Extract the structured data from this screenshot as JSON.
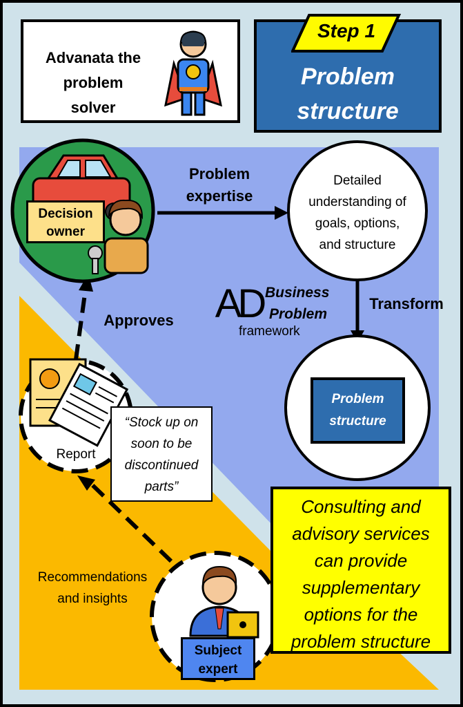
{
  "header": {
    "hero_title_lines": [
      "Advanata the",
      "problem",
      "solver"
    ],
    "step_label": "Step 1",
    "step_title_lines": [
      "Problem",
      "structure"
    ]
  },
  "diagram": {
    "decision_owner_lines": [
      "Decision",
      "owner"
    ],
    "problem_expertise_lines": [
      "Problem",
      "expertise"
    ],
    "detailed_understanding_lines": [
      "Detailed",
      "understanding of",
      "goals, options,",
      "and structure"
    ],
    "framework_lines": [
      "Business",
      "Problem"
    ],
    "framework_sub": "framework",
    "logo_text": "AD",
    "transform_label": "Transform",
    "problem_structure_lines": [
      "Problem",
      "structure"
    ],
    "approves_label": "Approves",
    "report_label": "Report",
    "quote_lines": [
      "“Stock up on",
      "soon to be",
      "discontinued",
      "parts”"
    ],
    "recommendations_lines": [
      "Recommendations",
      "and insights"
    ],
    "subject_expert_lines": [
      "Subject",
      "expert"
    ],
    "consulting_lines": [
      "Consulting and",
      "advisory services",
      "can provide",
      "supplementary",
      "options for the",
      "problem structure"
    ]
  },
  "colors": {
    "outer_bg": "#cfe2ea",
    "blue_region": "#93a9ee",
    "yellow_region": "#fbb900",
    "green_circle": "#2a9a4a",
    "step_box": "#2e6dae",
    "step_tag": "#fffb00",
    "callout": "#ffff00",
    "label_box": "#fde08a",
    "expert_box": "#4f86f0"
  }
}
